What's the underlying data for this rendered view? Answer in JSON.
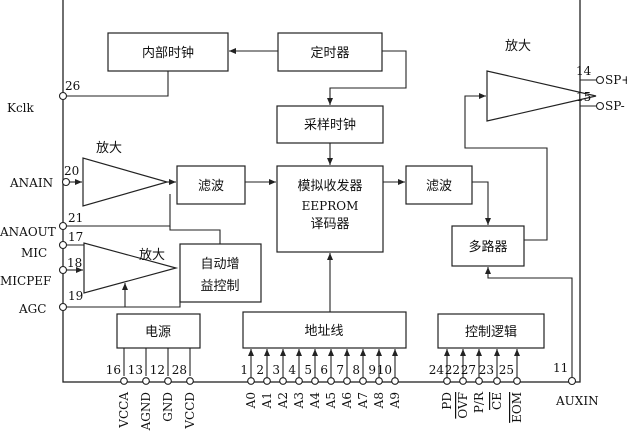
{
  "blocks": {
    "internal_clock": "内部时钟",
    "timer": "定时器",
    "sampling_clock": "采样时钟",
    "filter_in": "滤波",
    "analog_transceiver": [
      "模拟收发器",
      "EEPROM",
      "译码器"
    ],
    "filter_out": "滤波",
    "multiplexer": "多路器",
    "agc": [
      "自动增",
      "益控制"
    ],
    "power": "电源",
    "address_lines": "地址线",
    "control_logic": "控制逻辑"
  },
  "amplifiers": {
    "output": "放大",
    "input": "放大",
    "mic": "放大"
  },
  "left_pins": {
    "kclk": {
      "name": "Kclk",
      "num": "26"
    },
    "anain": {
      "name": "ANAIN",
      "num": "20"
    },
    "anaout": {
      "name": "ANAOUT",
      "num": "21"
    },
    "mic": {
      "name": "MIC",
      "num": "17"
    },
    "micref": {
      "name": "MICPEF",
      "num": "18"
    },
    "agc": {
      "name": "AGC",
      "num": "19"
    }
  },
  "right_pins": {
    "sp_plus": {
      "name": "SP+",
      "num": "14"
    },
    "sp_minus": {
      "name": "SP-",
      "num": "15"
    },
    "auxin": {
      "name": "AUXIN",
      "num": "11"
    }
  },
  "power_pins": [
    {
      "num": "16",
      "name": "VCCA"
    },
    {
      "num": "13",
      "name": "AGND"
    },
    {
      "num": "12",
      "name": "GND"
    },
    {
      "num": "28",
      "name": "VCCD"
    }
  ],
  "address_pins": [
    {
      "num": "1",
      "name": "A0"
    },
    {
      "num": "2",
      "name": "A1"
    },
    {
      "num": "3",
      "name": "A2"
    },
    {
      "num": "4",
      "name": "A3"
    },
    {
      "num": "5",
      "name": "A4"
    },
    {
      "num": "6",
      "name": "A5"
    },
    {
      "num": "7",
      "name": "A6"
    },
    {
      "num": "8",
      "name": "A7"
    },
    {
      "num": "9",
      "name": "A8"
    },
    {
      "num": "10",
      "name": "A9"
    }
  ],
  "control_pins": [
    {
      "num": "24",
      "name": "PD"
    },
    {
      "num": "22",
      "name": "OVF"
    },
    {
      "num": "27",
      "name": "P/R"
    },
    {
      "num": "23",
      "name": "CE"
    },
    {
      "num": "25",
      "name": "EOM"
    }
  ]
}
